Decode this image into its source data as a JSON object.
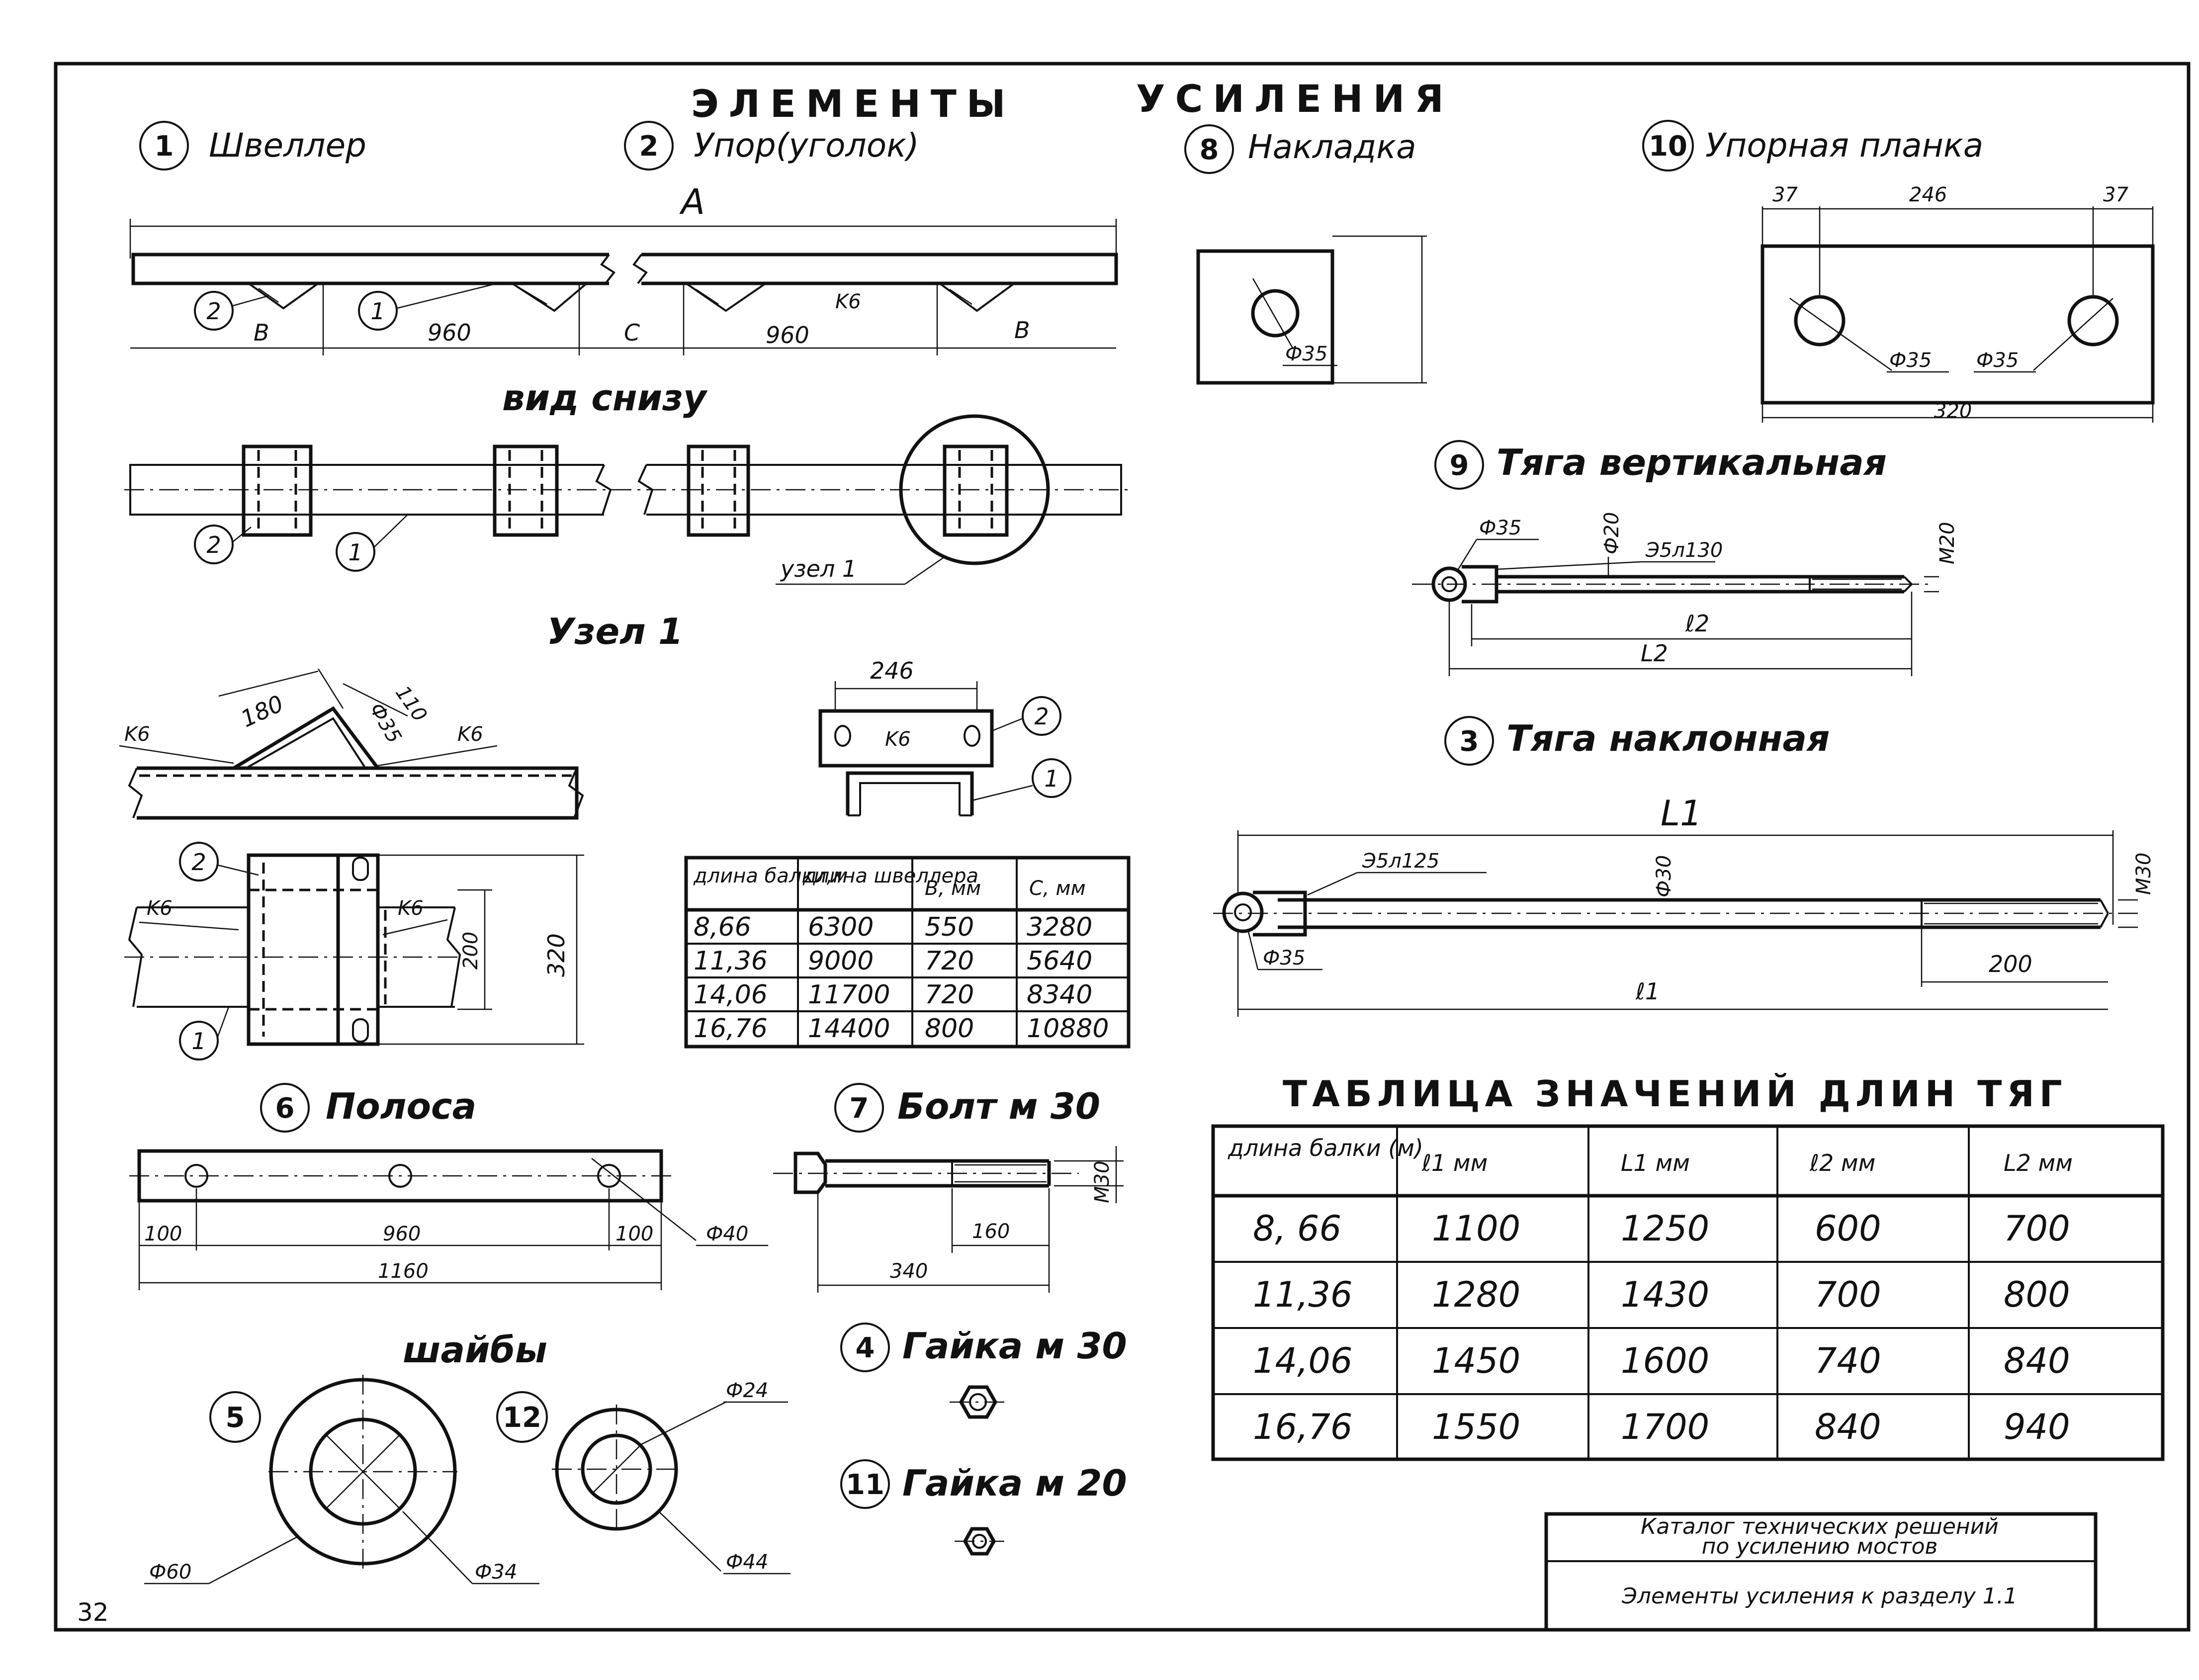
{
  "sheet": {
    "title_left": "ЭЛЕМЕНТЫ",
    "title_right": "УСИЛЕНИЯ",
    "page_number": "32"
  },
  "parts": [
    {
      "n": "1",
      "name": "Швеллер"
    },
    {
      "n": "2",
      "name": "Упор(уголок)"
    },
    {
      "n": "8",
      "name": "Накладка"
    },
    {
      "n": "10",
      "name": "Упорная планка"
    },
    {
      "n": "9",
      "name": "Тяга вертикальная"
    },
    {
      "n": "3",
      "name": "Тяга наклонная"
    },
    {
      "n": "6",
      "name": "Полоса"
    },
    {
      "n": "7",
      "name": "Болт м 30"
    },
    {
      "n": "4",
      "name": "Гайка м 30"
    },
    {
      "n": "11",
      "name": "Гайка м 20"
    },
    {
      "n": "5",
      "name": ""
    },
    {
      "n": "12",
      "name": ""
    }
  ],
  "views": {
    "bottom_view": "вид снизу",
    "node1": "Узел 1",
    "node1_ref": "узел 1",
    "washers": "шайбы"
  },
  "beam": {
    "dim_A": "A",
    "dim_B": "B",
    "dim_960": "960",
    "dim_C": "C",
    "weld": "K6",
    "callout1": "1",
    "callout2": "2"
  },
  "node1": {
    "d180": "180",
    "d110": "110",
    "d35": "Ф35",
    "weld": "K6",
    "d200": "200",
    "d320": "320",
    "d246": "246"
  },
  "plate8": {
    "hole": "Ф35"
  },
  "plate10": {
    "d37": "37",
    "d246": "246",
    "d320": "320",
    "hole": "Ф35"
  },
  "rod9": {
    "hole": "Ф35",
    "dia": "Ф20",
    "weld": "Э5л130",
    "thread": "M20",
    "l": "ℓ2",
    "L": "L2"
  },
  "rod3": {
    "L": "L1",
    "weld": "Э5л125",
    "dia": "Ф30",
    "thread": "M30",
    "hole": "Ф35",
    "thread_len": "200",
    "l": "ℓ1"
  },
  "strip6": {
    "d100a": "100",
    "d960": "960",
    "d100b": "100",
    "d1160": "1160",
    "hole": "Ф40"
  },
  "bolt7": {
    "d160": "160",
    "d340": "340",
    "thread": "M30"
  },
  "washer5": {
    "outer": "Ф60",
    "inner": "Ф34"
  },
  "washer12": {
    "outer": "Ф44",
    "inner": "Ф24"
  },
  "channel_table": {
    "headers": [
      "длина балки,м",
      "длина швеллера",
      "B, мм",
      "C, мм"
    ],
    "rows": [
      [
        "8,66",
        "6300",
        "550",
        "3280"
      ],
      [
        "11,36",
        "9000",
        "720",
        "5640"
      ],
      [
        "14,06",
        "11700",
        "720",
        "8340"
      ],
      [
        "16,76",
        "14400",
        "800",
        "10880"
      ]
    ]
  },
  "rods_table": {
    "title": "ТАБЛИЦА ЗНАЧЕНИЙ ДЛИН ТЯГ",
    "headers": [
      "длина балки (м)",
      "ℓ1 мм",
      "L1 мм",
      "ℓ2 мм",
      "L2 мм"
    ],
    "rows": [
      [
        "8, 66",
        "1100",
        "1250",
        "600",
        "700"
      ],
      [
        "11,36",
        "1280",
        "1430",
        "700",
        "800"
      ],
      [
        "14,06",
        "1450",
        "1600",
        "740",
        "840"
      ],
      [
        "16,76",
        "1550",
        "1700",
        "840",
        "940"
      ]
    ]
  },
  "stamp": {
    "line1": "Каталог технических решений",
    "line2": "по усилению мостов",
    "line3": "Элементы усиления к разделу 1.1"
  }
}
